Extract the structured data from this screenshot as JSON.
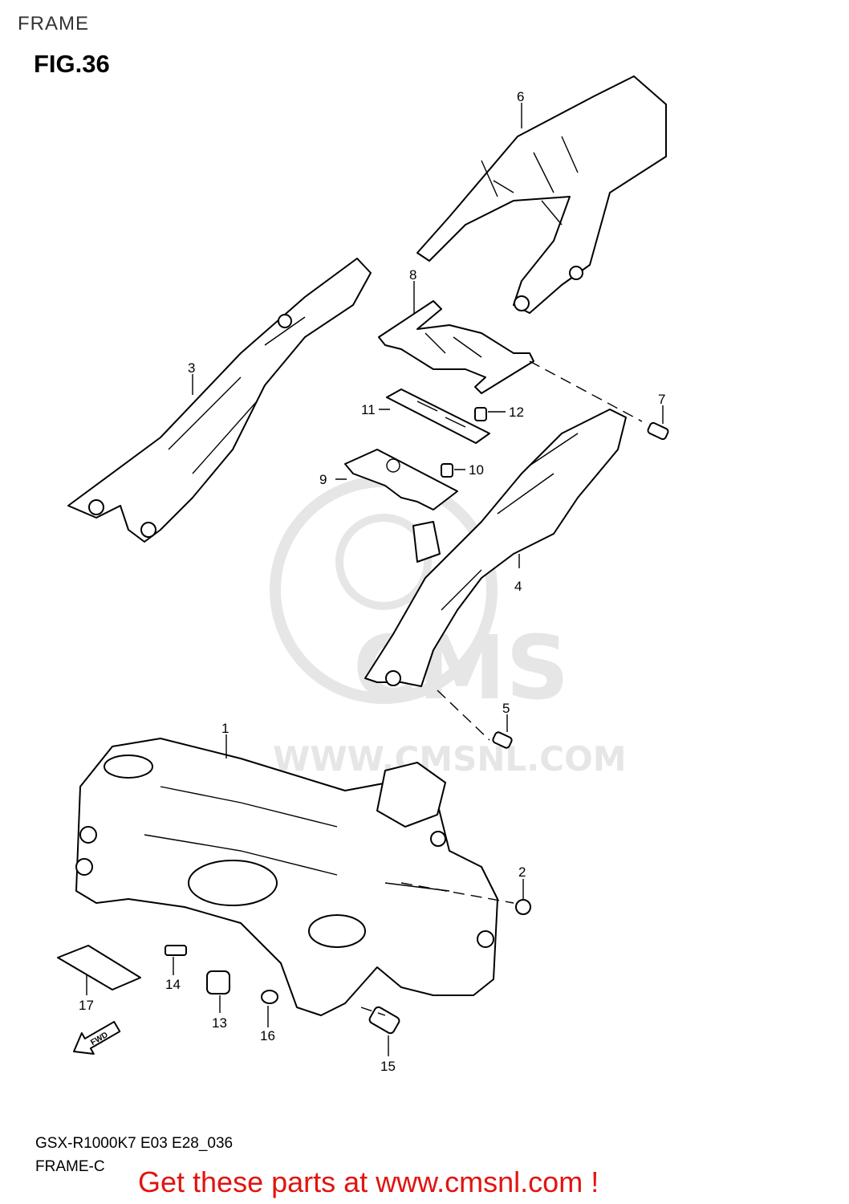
{
  "header": {
    "section": "FRAME",
    "figure": "FIG.36"
  },
  "watermark": {
    "brand": "CMS",
    "url": "WWW.CMSNL.COM"
  },
  "callouts": [
    "1",
    "2",
    "3",
    "4",
    "5",
    "6",
    "7",
    "8",
    "9",
    "10",
    "11",
    "12",
    "13",
    "14",
    "15",
    "16",
    "17"
  ],
  "fwd_label": "FWD",
  "footer": {
    "model": "GSX-R1000K7 E03 E28_036",
    "variant": "FRAME-C"
  },
  "cta": "Get these parts at www.cmsnl.com !",
  "colors": {
    "cta": "#e1140f",
    "watermark": "#e6e6e6",
    "line": "#000000"
  }
}
